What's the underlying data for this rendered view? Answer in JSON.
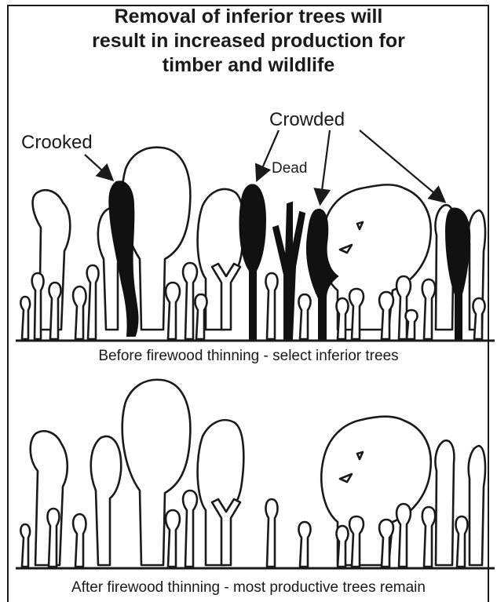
{
  "title_lines": [
    "Removal of inferior trees will",
    "result in increased production for",
    "timber and wildlife"
  ],
  "labels": {
    "crooked": "Crooked",
    "crowded": "Crowded",
    "dead": "Dead"
  },
  "captions": {
    "before": "Before firewood thinning - select inferior trees",
    "after": "After firewood thinning - most productive trees remain"
  }
}
